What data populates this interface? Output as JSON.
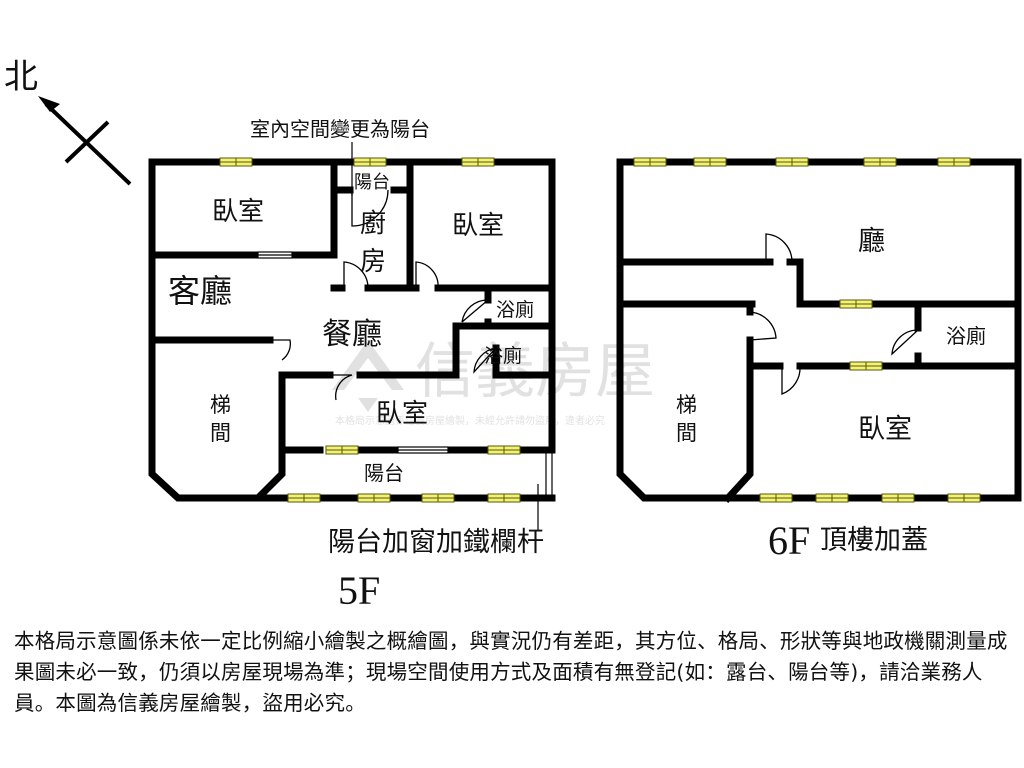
{
  "compass": {
    "north_label": "北"
  },
  "annotations": {
    "top_note": "室內空間變更為陽台",
    "balcony_note": "陽台加窗加鐵欄杆"
  },
  "floor5": {
    "label": "5F",
    "rooms": {
      "bedroom_nw": "臥室",
      "balcony_small": "陽台",
      "kitchen_1": "廚",
      "kitchen_2": "房",
      "bedroom_ne": "臥室",
      "living": "客廳",
      "bath_1": "浴廁",
      "dining": "餐廳",
      "bath_2": "浴廁",
      "stairs_1": "梯",
      "stairs_2": "間",
      "bedroom_s": "臥室",
      "balcony_s": "陽台"
    }
  },
  "floor6": {
    "label": "6F",
    "caption": "頂樓加蓋",
    "rooms": {
      "hall": "廳",
      "bath": "浴廁",
      "stairs_1": "梯",
      "stairs_2": "間",
      "bedroom": "臥室"
    }
  },
  "watermark": {
    "brand": "信義房屋",
    "small_text": "本格局示意圖係信義房屋繪製，未經允許請勿盜用，違者必究"
  },
  "disclaimer": "本格局示意圖係未依一定比例縮小繪製之概繪圖，與實況仍有差距，其方位、格局、形狀等與地政機關測量成果圖未必一致，仍須以房屋現場為準；現場空間使用方式及面積有無登記(如：露台、陽台等)，請洽業務人員。本圖為信義房屋繪製，盜用必究。",
  "colors": {
    "wall": "#000000",
    "window": "#f2f27a",
    "watermark": "#c9c9c9"
  }
}
